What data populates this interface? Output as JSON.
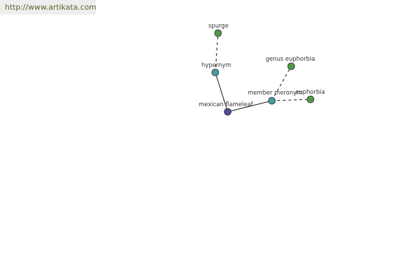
{
  "source": {
    "link_text": "http://www.artikata.com"
  },
  "graph": {
    "nodes": [
      {
        "id": "center",
        "label": "mexican flameleaf",
        "role": "center",
        "color": "#4b4f9e"
      },
      {
        "id": "hypernym",
        "label": "hypernym",
        "role": "relation",
        "color": "#4a9a9a"
      },
      {
        "id": "spurge",
        "label": "spurge",
        "role": "leaf",
        "color": "#4f9a47"
      },
      {
        "id": "member_meronym",
        "label": "member meronym",
        "role": "relation",
        "color": "#4a9a9a"
      },
      {
        "id": "genus_euphorbia",
        "label": "genus euphorbia",
        "role": "leaf",
        "color": "#4f9a47"
      },
      {
        "id": "euphorbia",
        "label": "euphorbia",
        "role": "leaf",
        "color": "#4f9a47"
      }
    ],
    "edges": [
      {
        "from": "center",
        "to": "hypernym",
        "style": "solid"
      },
      {
        "from": "hypernym",
        "to": "spurge",
        "style": "dashed"
      },
      {
        "from": "center",
        "to": "member_meronym",
        "style": "solid"
      },
      {
        "from": "member_meronym",
        "to": "genus_euphorbia",
        "style": "dashed"
      },
      {
        "from": "member_meronym",
        "to": "euphorbia",
        "style": "dashed"
      }
    ]
  }
}
